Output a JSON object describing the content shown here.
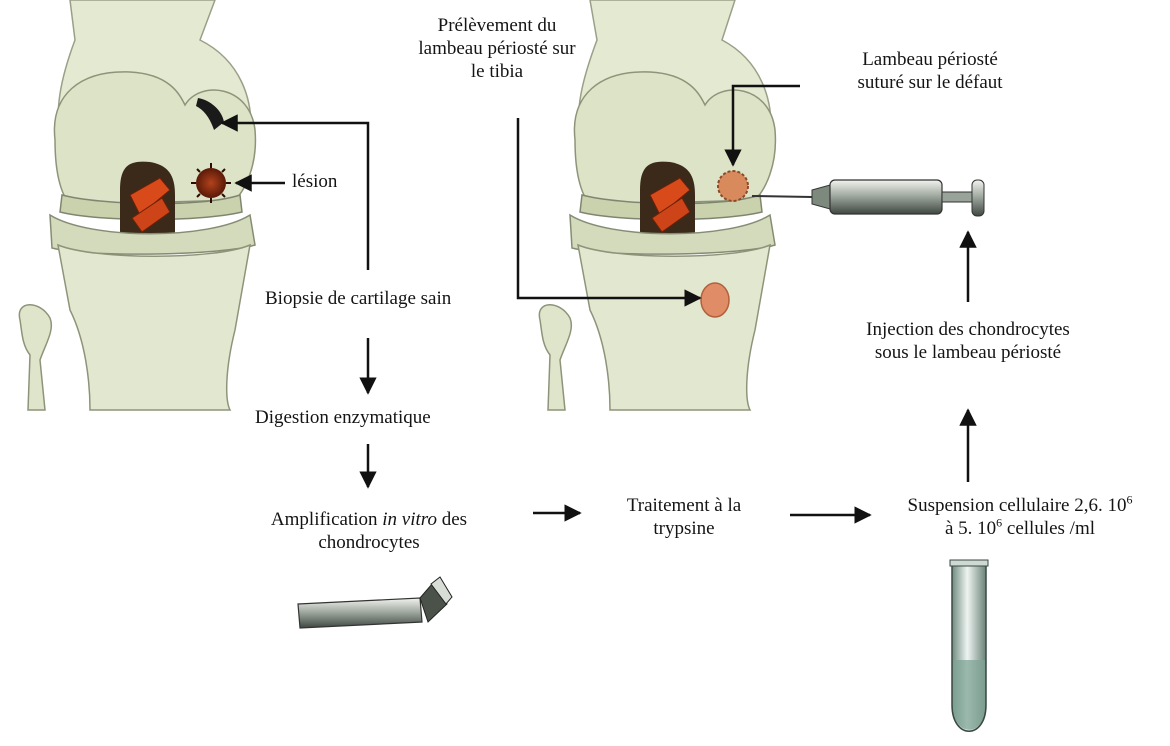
{
  "labels": {
    "lesion": "lésion",
    "biopsy": "Biopsie de cartilage sain",
    "digestion": "Digestion enzymatique",
    "amplification": {
      "pre": "Amplification ",
      "italic": "in vitro",
      "post": " des",
      "line2": "chondrocytes"
    },
    "trypsin": {
      "line1": "Traitement à la",
      "line2": "trypsine"
    },
    "suspension": {
      "l1_text": "Suspension cellulaire 2,6. 10",
      "l1_sup": "6",
      "l2_pre": "à 5. 10",
      "l2_sup": "6",
      "l2_post": " cellules /ml"
    },
    "injection": {
      "line1": "Injection des chondrocytes",
      "line2": "sous le lambeau périosté"
    },
    "harvest": {
      "line1": "Prélèvement du",
      "line2": "lambeau périosté sur",
      "line3": "le tibia"
    },
    "flap_sutured": {
      "line1": "Lambeau périosté",
      "line2": "suturé sur le défaut"
    }
  },
  "colors": {
    "bone": "#e3e8cf",
    "bone_shade": "#b9c0a2",
    "cartilage": "#c9d2ad",
    "ligament": "#d2461c",
    "lesion": "#7a2a12",
    "periosteum": "#d98a5c",
    "arrow": "#111111"
  },
  "icons": [
    "knee-joint",
    "lesion-mark",
    "culture-flask",
    "syringe",
    "test-tube"
  ]
}
